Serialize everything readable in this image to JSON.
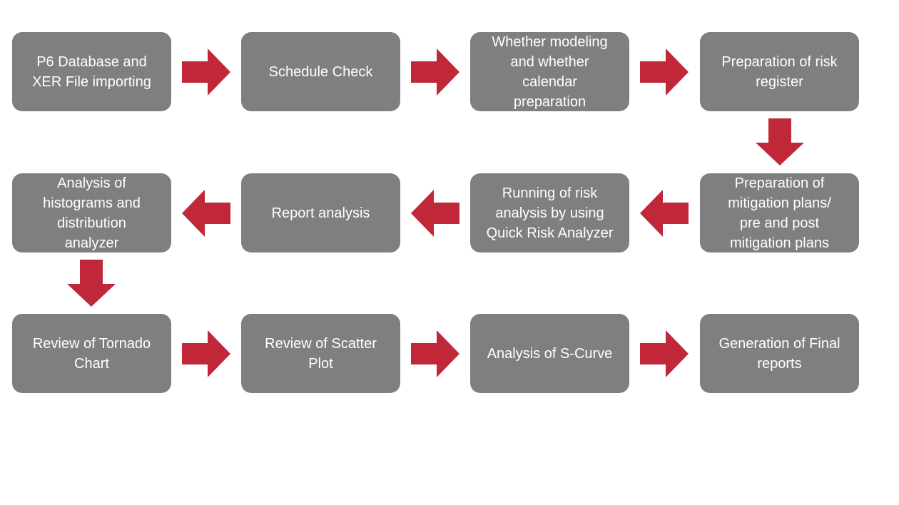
{
  "steps": [
    {
      "label": "P6 Database and\nXER File importing"
    },
    {
      "label": "Schedule Check"
    },
    {
      "label": "Whether modeling\nand whether\ncalendar\npreparation"
    },
    {
      "label": "Preparation of risk\nregister"
    },
    {
      "label": "Preparation of\nmitigation plans/\npre and post\nmitigation plans"
    },
    {
      "label": "Running of risk\nanalysis by using\nQuick Risk Analyzer"
    },
    {
      "label": "Report analysis"
    },
    {
      "label": "Analysis of\nhistograms and\ndistribution\nanalyzer"
    },
    {
      "label": "Review of Tornado\nChart"
    },
    {
      "label": "Review of Scatter\nPlot"
    },
    {
      "label": "Analysis of S-Curve"
    },
    {
      "label": "Generation of Final\nreports"
    }
  ],
  "colors": {
    "box": "#7f7f7f",
    "box_text": "#ffffff",
    "arrow": "#c0283a"
  }
}
